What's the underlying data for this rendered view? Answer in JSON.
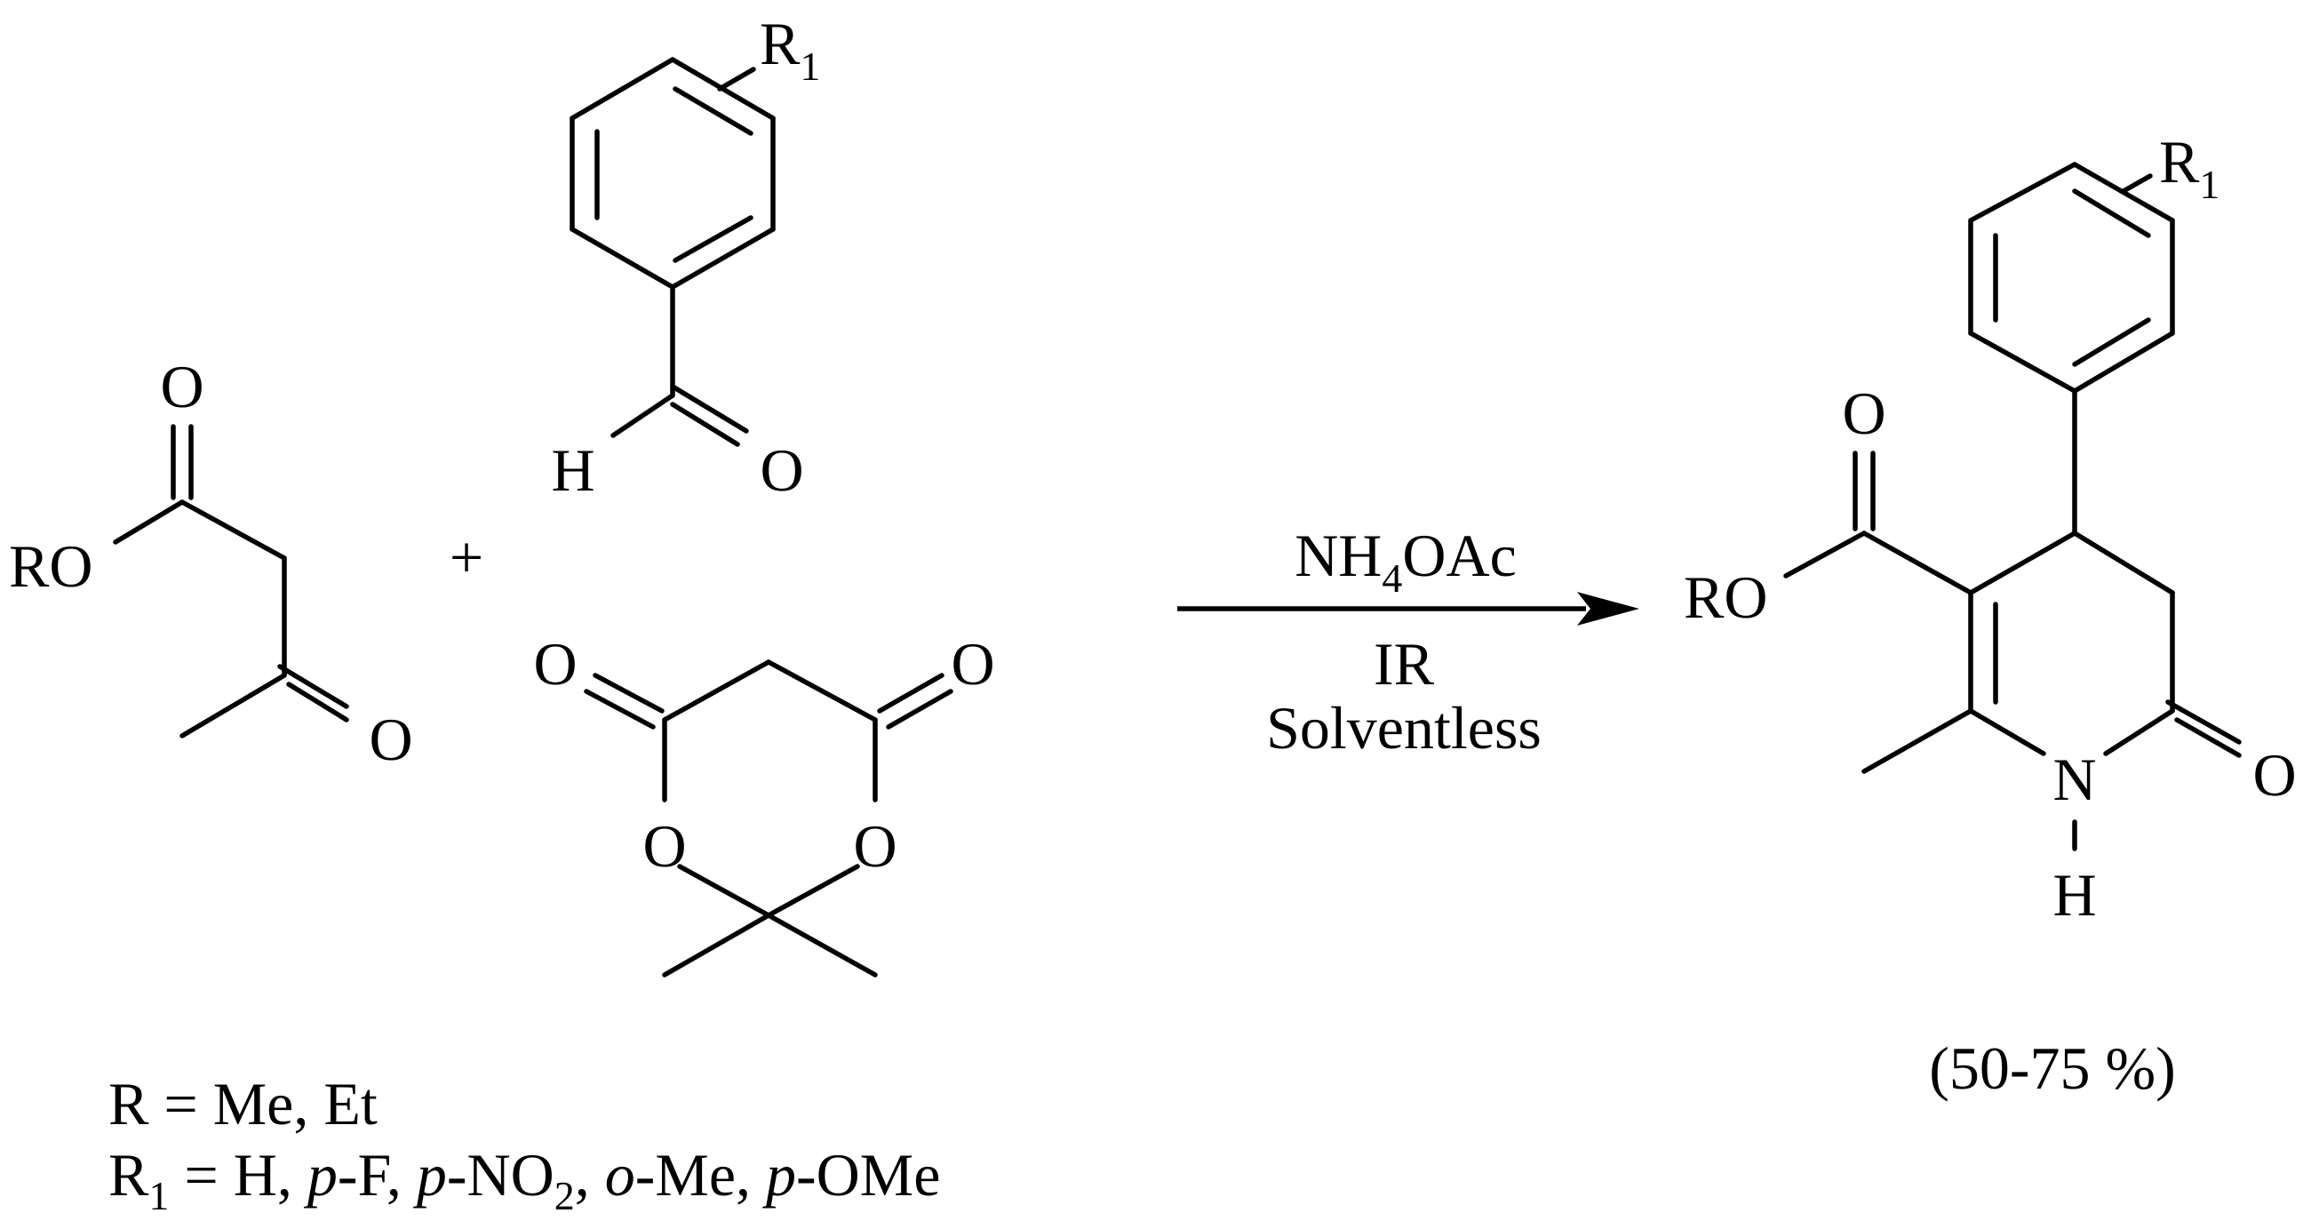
{
  "labels": {
    "ketoester_carbonyl_O": "O",
    "ketoester_ketone_O": "O",
    "ketoester_RO": "RO",
    "plus": "+",
    "aldehyde_R1": "R",
    "aldehyde_R1_sub": "1",
    "aldehyde_H": "H",
    "aldehyde_O": "O",
    "meldrum_O_left": "O",
    "meldrum_O_right": "O",
    "meldrum_ring_O_left": "O",
    "meldrum_ring_O_right": "O",
    "product_R1": "R",
    "product_R1_sub": "1",
    "product_ester_O": "O",
    "product_RO": "RO",
    "product_N": "N",
    "product_H": "H",
    "product_lactam_O": "O"
  },
  "conditions": {
    "reagent_main": "NH",
    "reagent_sub": "4",
    "reagent_tail": "OAc",
    "line2": "IR",
    "line3": "Solventless"
  },
  "yield": "(50-75 %)",
  "substituents": {
    "r_line": "R = Me, Et",
    "r1_symbol": "R",
    "r1_sub": "1",
    "r1_pre": " = H, ",
    "r1_p1": "p",
    "r1_t1": "-F, ",
    "r1_p2": "p",
    "r1_t2": "-NO",
    "r1_sub2": "2",
    "r1_t3": ", ",
    "r1_p3": "o",
    "r1_t4": "-Me, ",
    "r1_p4": "p",
    "r1_t5": "-OMe"
  }
}
